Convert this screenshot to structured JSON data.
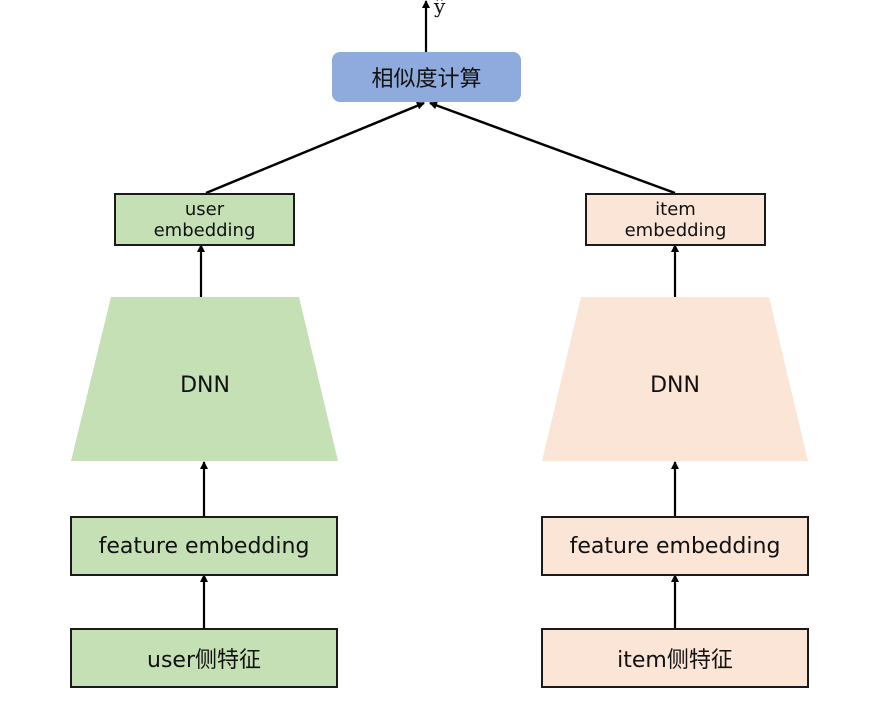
{
  "output_label": "ŷ",
  "similarity_box": {
    "label": "相似度计算"
  },
  "user_tower": {
    "embedding_line1": "user",
    "embedding_line2": "embedding",
    "dnn_label": "DNN",
    "feature_embedding_label": "feature embedding",
    "input_label": "user侧特征",
    "color": "#c5e0b4"
  },
  "item_tower": {
    "embedding_line1": "item",
    "embedding_line2": "embedding",
    "dnn_label": "DNN",
    "feature_embedding_label": "feature embedding",
    "input_label": "item侧特征",
    "color": "#fbe5d6"
  },
  "colors": {
    "similarity": "#8faadc",
    "border": "#1a1a1a"
  }
}
